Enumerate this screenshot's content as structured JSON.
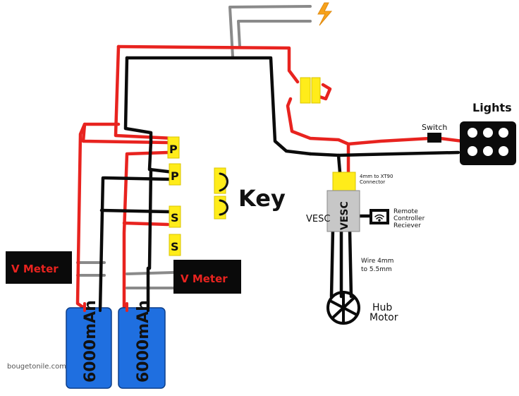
{
  "labels": {
    "lights": "Lights",
    "switch": "Switch",
    "key": "Key",
    "p1": "P",
    "p2": "P",
    "s1": "S",
    "s2": "S",
    "vmeter_left": "V Meter",
    "vmeter_right": "V Meter",
    "battery_left": "6000mAh",
    "battery_right": "6000mAh",
    "vesc_outer": "VESC",
    "vesc_inner": "VESC",
    "connector_line1": "4mm to XT90",
    "connector_line2": "Connector",
    "receiver_line1": "Remote",
    "receiver_line2": "Controller",
    "receiver_line3": "Reciever",
    "wire_line1": "Wire 4mm",
    "wire_line2": "to 5.5mm",
    "hub_line1": "Hub",
    "hub_line2": "Motor",
    "watermark": "bougetonile.com"
  },
  "icons": {
    "power": "lightning-bolt-icon",
    "receiver": "wifi-signal-icon",
    "motor": "hub-motor-wheel-icon"
  },
  "colors": {
    "wire_red": "#e8231f",
    "wire_black": "#0b0b0b",
    "wire_gray": "#8a8a8a",
    "connector_yellow": "#ffec1a",
    "battery_blue": "#1f6fe0",
    "meter_bg": "#0a0a0a",
    "meter_text": "#e8231f",
    "bolt_orange": "#f7a21b"
  }
}
